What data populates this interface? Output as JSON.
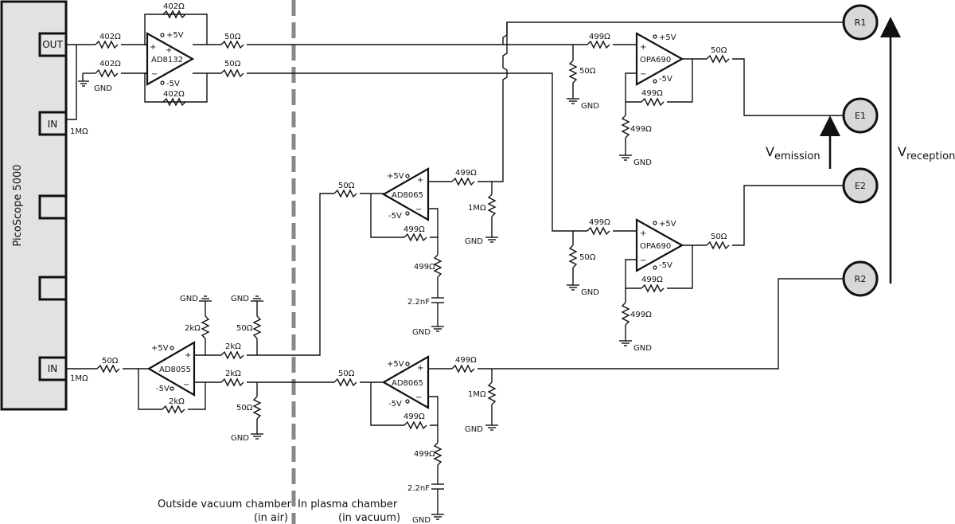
{
  "device": {
    "name": "PicoScope 5000",
    "ports": [
      "OUT",
      "IN",
      "",
      "",
      "IN"
    ]
  },
  "amplifiers": {
    "ad8132": "AD8132",
    "ad8055": "AD8055",
    "ad8065_upper": "AD8065",
    "ad8065_lower": "AD8065",
    "opa690_upper": "OPA690",
    "opa690_lower": "OPA690"
  },
  "components": {
    "r402": "402Ω",
    "r50": "50Ω",
    "r499": "499Ω",
    "r1M": "1MΩ",
    "r2k": "2kΩ",
    "c22n": "2.2nF"
  },
  "supplies": {
    "pos": "+5V",
    "neg": "-5V",
    "gnd": "GND"
  },
  "electrodes": [
    "R1",
    "E1",
    "E2",
    "R2"
  ],
  "voltages": {
    "emission_main": "V",
    "emission_sub": "emission",
    "reception_main": "V",
    "reception_sub": "reception"
  },
  "regions": {
    "outside_line1": "Outside vacuum chamber",
    "outside_line2": "(in air)",
    "inside_line1": "In plasma chamber",
    "inside_line2": "(in vacuum)"
  }
}
